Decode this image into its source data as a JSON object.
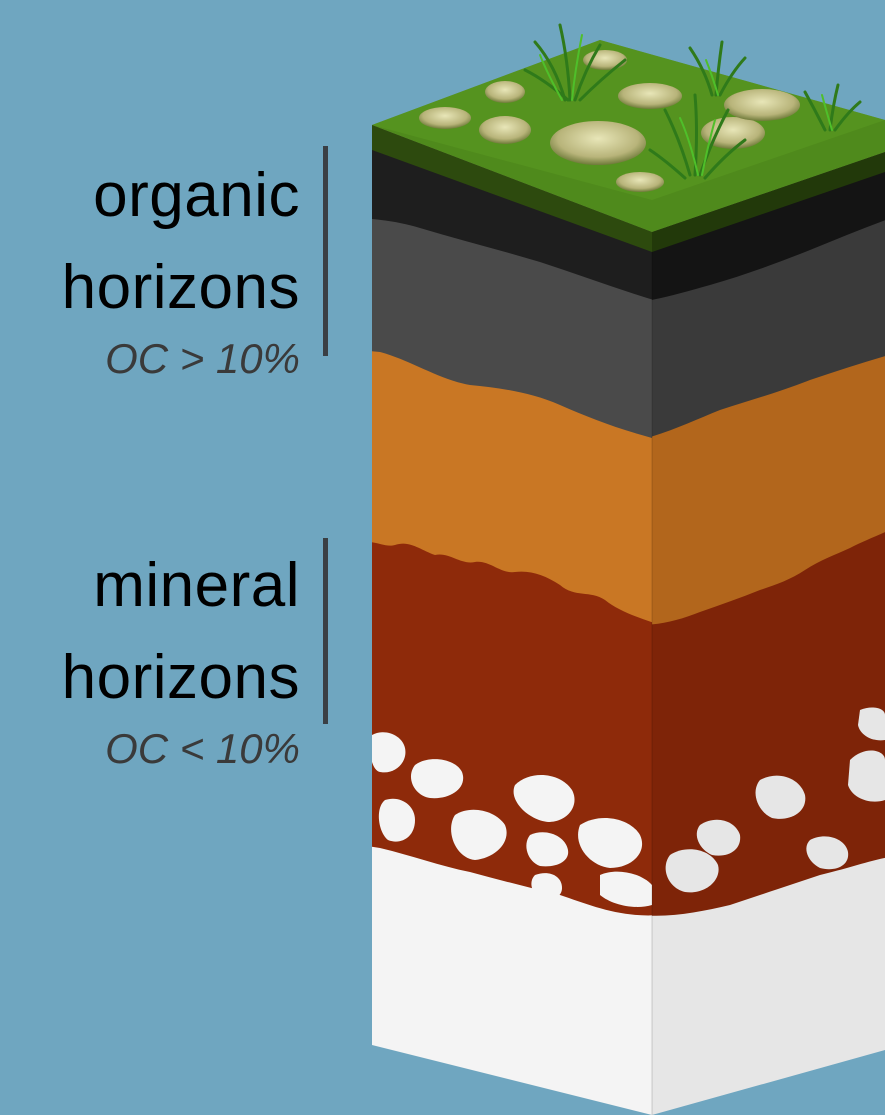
{
  "labels": {
    "organic": {
      "line1": "organic",
      "line2": "horizons",
      "subtitle": "OC > 10%"
    },
    "mineral": {
      "line1": "mineral",
      "line2": "horizons",
      "subtitle": "OC < 10%"
    }
  },
  "colors": {
    "background": "#6fa6c0",
    "grass": "#4f8a1c",
    "humus": "#1e1e1e",
    "topsoil_gray": "#4a4a4a",
    "orange_subsoil": "#c97724",
    "red_subsoil": "#8e2a0a",
    "bedrock": "#f4f4f4",
    "bracket": "#3a3f44",
    "label_text": "#000000",
    "subtitle_text": "#3a3a3a"
  }
}
